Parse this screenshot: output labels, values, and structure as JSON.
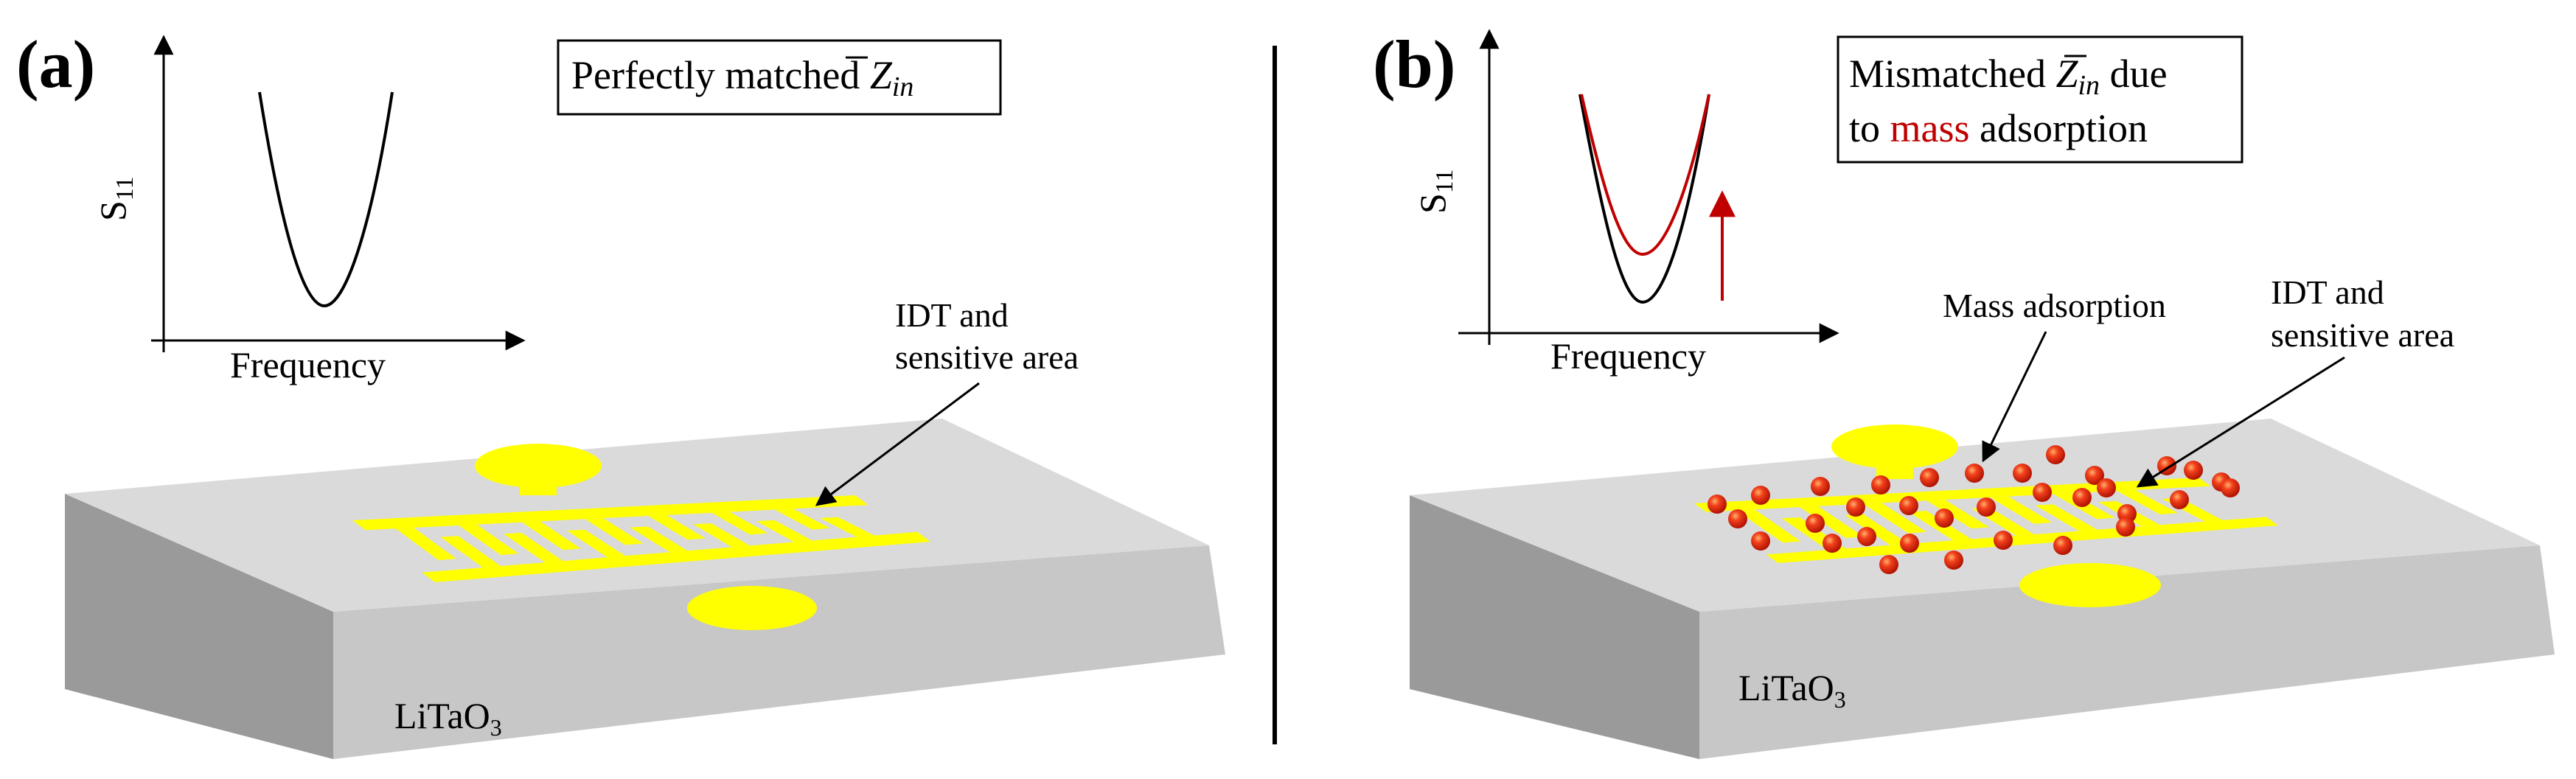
{
  "panel_a": {
    "label": "(a)",
    "plot": {
      "ylabel": "S",
      "ylabel_sub": "11",
      "xlabel": "Frequency"
    },
    "box": {
      "text": "Perfectly matched ",
      "symbol": "Z",
      "symbol_sub": "in"
    },
    "annotation": {
      "line1": "IDT and",
      "line2": "sensitive area"
    },
    "substrate": {
      "label": "LiTaO",
      "label_sub": "3"
    }
  },
  "panel_b": {
    "label": "(b)",
    "plot": {
      "ylabel": "S",
      "ylabel_sub": "11",
      "xlabel": "Frequency"
    },
    "box": {
      "line1_pre": "Mismatched ",
      "symbol": "Z",
      "symbol_sub": "in",
      "line1_post": " due",
      "line2_pre": "to ",
      "line2_highlight": "mass",
      "line2_post": " adsorption"
    },
    "annotation_mass": "Mass adsorption",
    "annotation": {
      "line1": "IDT and",
      "line2": "sensitive area"
    },
    "substrate": {
      "label": "LiTaO",
      "label_sub": "3"
    }
  },
  "colors": {
    "electrode": "#ffff00",
    "substrate_top": "#dadada",
    "substrate_side": "#9a9a9a",
    "substrate_front": "#c6c6c6",
    "curve_matched": "#000000",
    "curve_mismatched": "#c00000",
    "arrow_shift": "#c00000",
    "particle": "#e8201c"
  }
}
